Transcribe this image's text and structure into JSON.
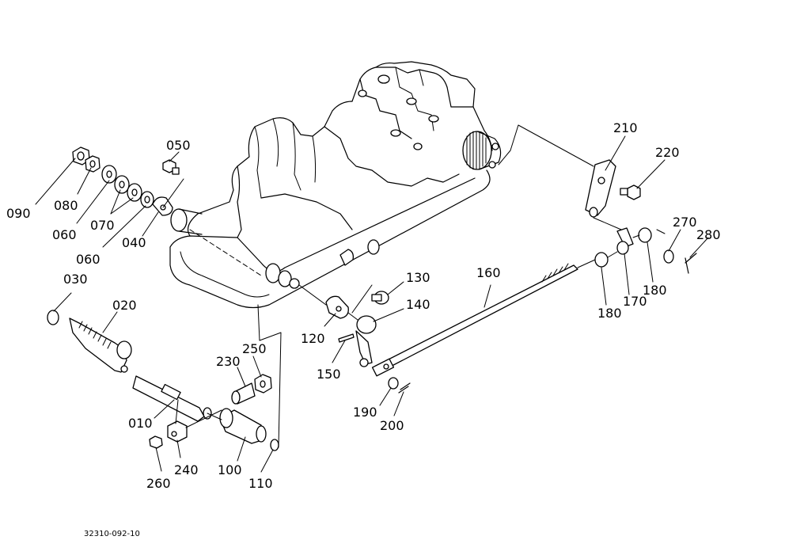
{
  "diagram": {
    "drawing_code": "32310-092-10",
    "callouts": [
      {
        "id": "c090",
        "label": "090"
      },
      {
        "id": "c080",
        "label": "080"
      },
      {
        "id": "c060a",
        "label": "060"
      },
      {
        "id": "c070",
        "label": "070"
      },
      {
        "id": "c060b",
        "label": "060"
      },
      {
        "id": "c040",
        "label": "040"
      },
      {
        "id": "c050",
        "label": "050"
      },
      {
        "id": "c030",
        "label": "030"
      },
      {
        "id": "c020",
        "label": "020"
      },
      {
        "id": "c010",
        "label": "010"
      },
      {
        "id": "c240",
        "label": "240"
      },
      {
        "id": "c260",
        "label": "260"
      },
      {
        "id": "c230",
        "label": "230"
      },
      {
        "id": "c250",
        "label": "250"
      },
      {
        "id": "c100",
        "label": "100"
      },
      {
        "id": "c110",
        "label": "110"
      },
      {
        "id": "c130",
        "label": "130"
      },
      {
        "id": "c120",
        "label": "120"
      },
      {
        "id": "c140",
        "label": "140"
      },
      {
        "id": "c150",
        "label": "150"
      },
      {
        "id": "c160",
        "label": "160"
      },
      {
        "id": "c190",
        "label": "190"
      },
      {
        "id": "c200",
        "label": "200"
      },
      {
        "id": "c210",
        "label": "210"
      },
      {
        "id": "c220",
        "label": "220"
      },
      {
        "id": "c270",
        "label": "270"
      },
      {
        "id": "c280",
        "label": "280"
      },
      {
        "id": "c180a",
        "label": "180"
      },
      {
        "id": "c180b",
        "label": "180"
      },
      {
        "id": "c170",
        "label": "170"
      }
    ]
  }
}
